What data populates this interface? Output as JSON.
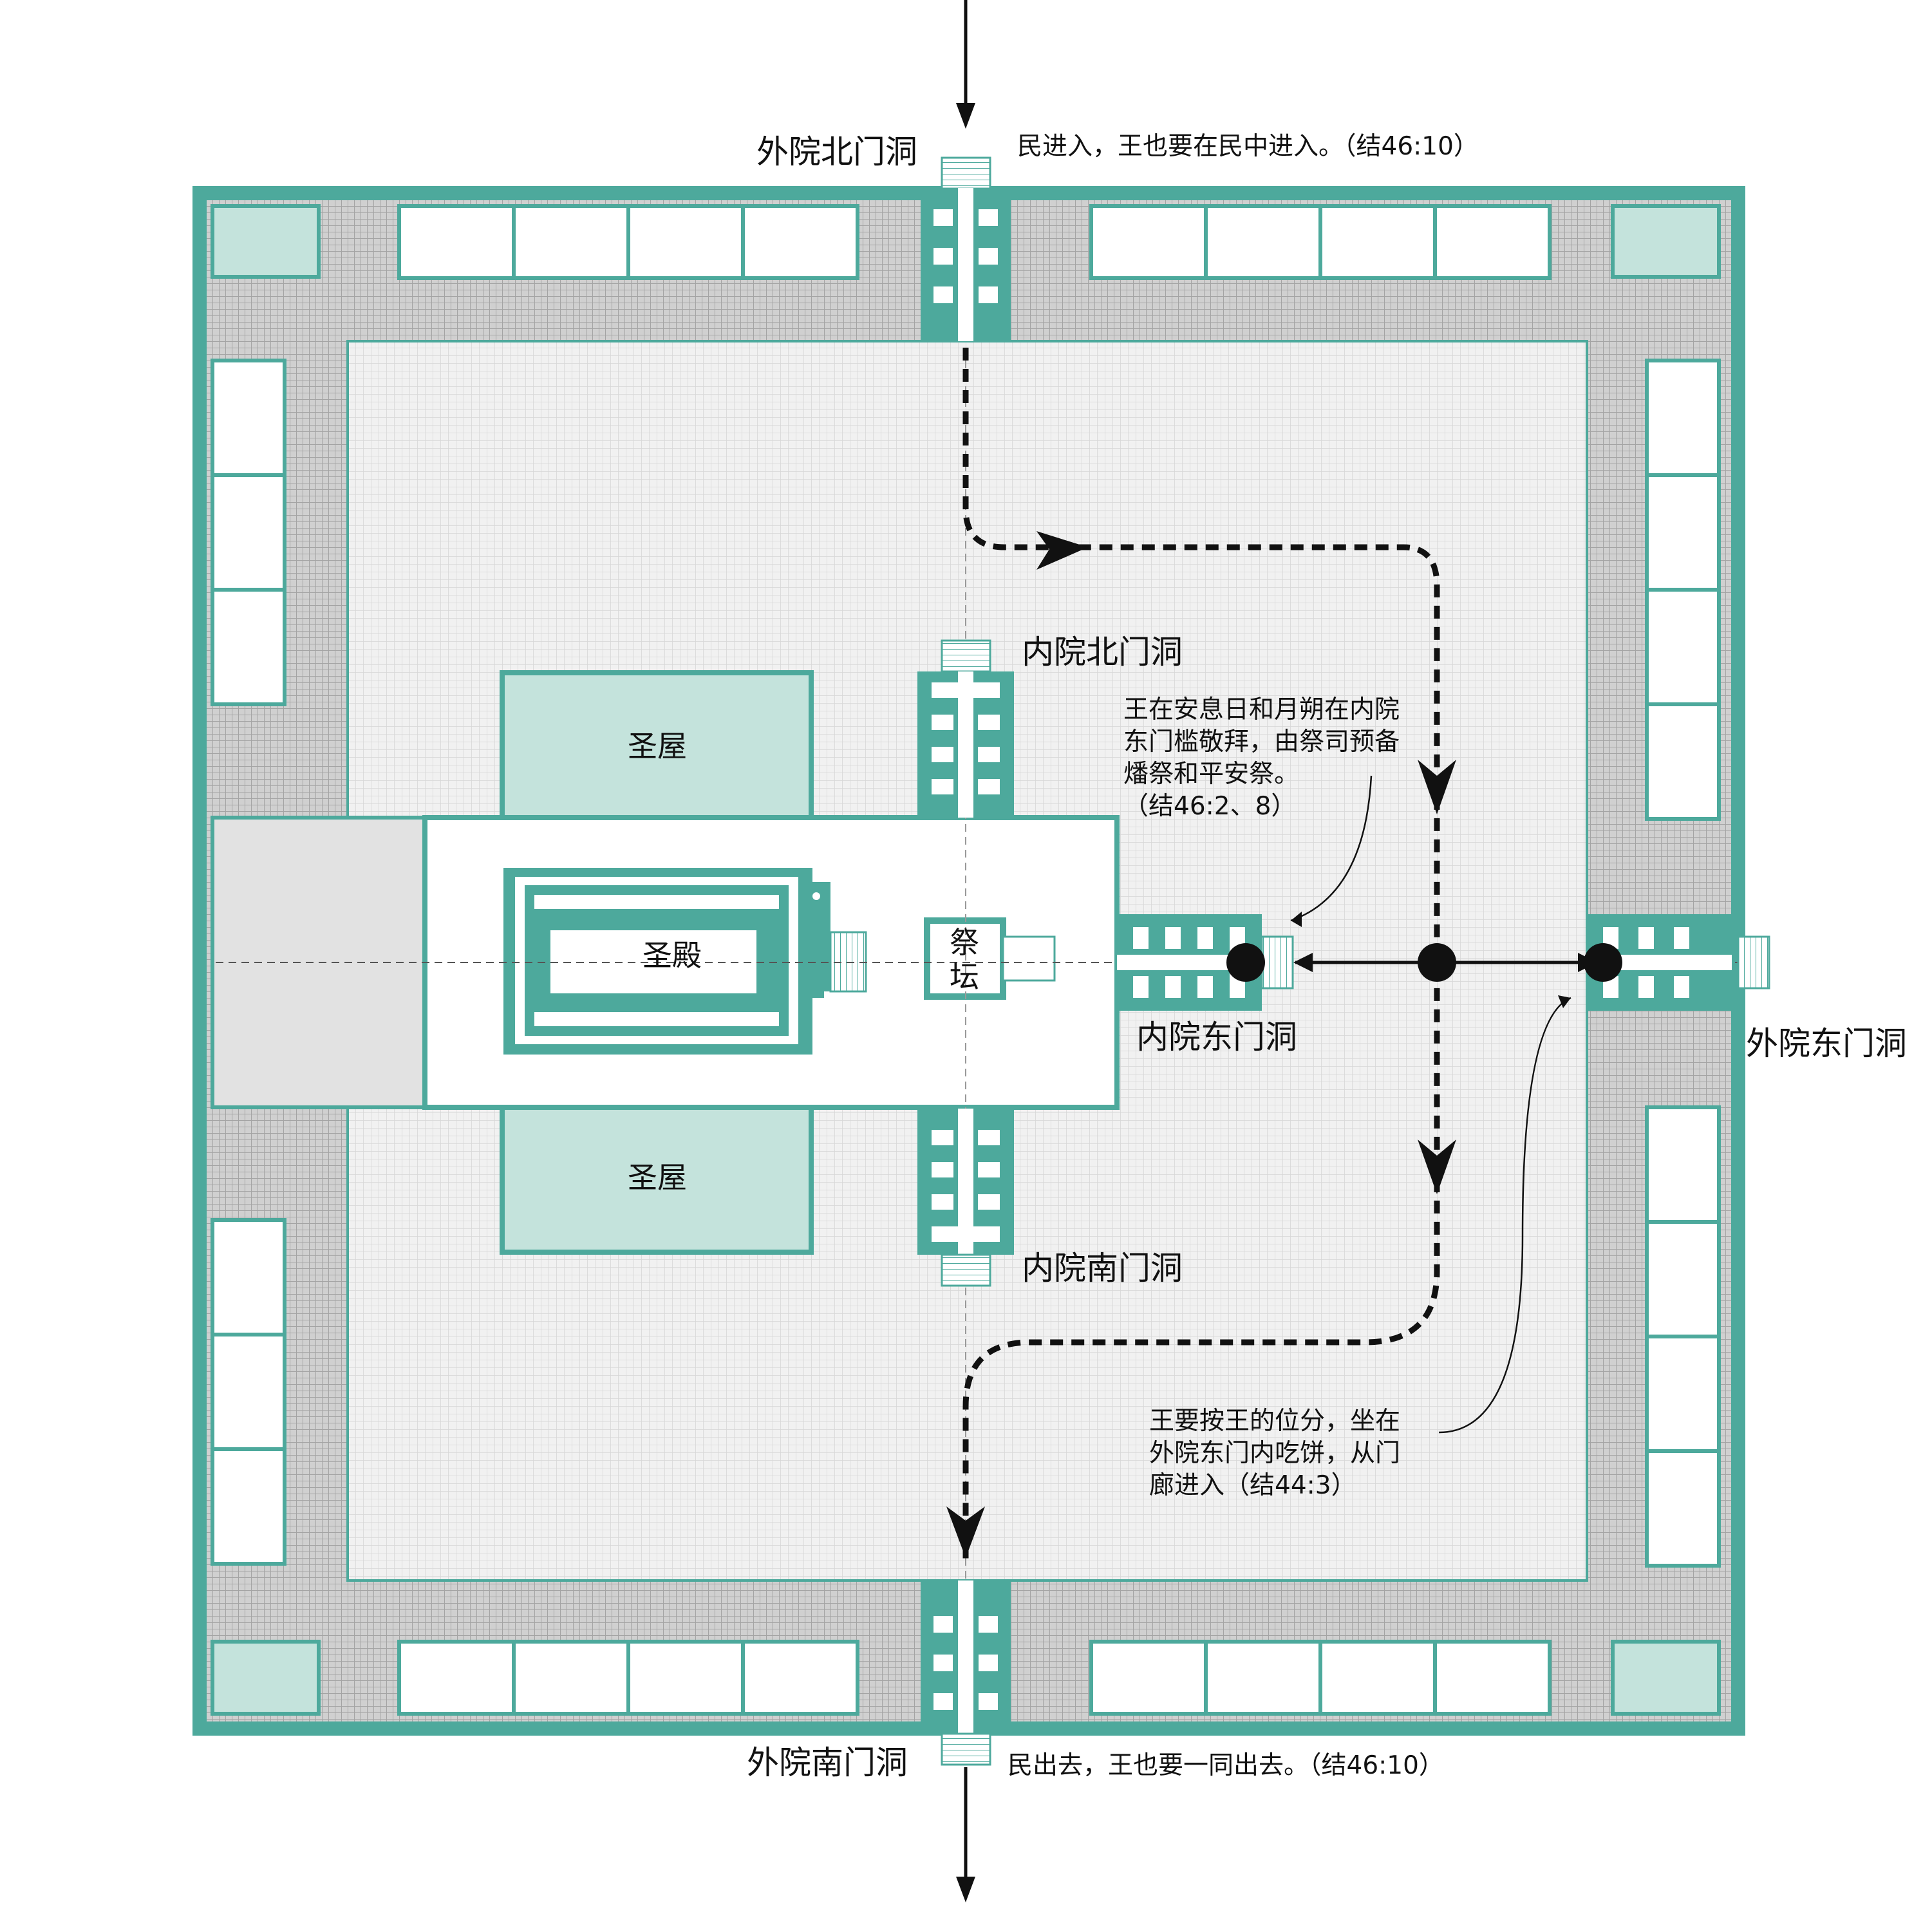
{
  "colors": {
    "teal": "#4da99c",
    "light_teal": "#c4e3dc",
    "outer_pavement": "#cfcfcf",
    "inner_pavement": "#ededed",
    "west_court": "#e2e2e2",
    "arrow": "#111111"
  },
  "gate_labels": {
    "outer_north": "外院北门洞",
    "outer_south": "外院南门洞",
    "outer_east": "外院东门洞",
    "inner_north": "内院北门洞",
    "inner_south": "内院南门洞",
    "inner_east": "内院东门洞"
  },
  "room_labels": {
    "holy_chamber_north": "圣屋",
    "holy_chamber_south": "圣屋",
    "temple": "圣殿",
    "altar_char_1": "祭",
    "altar_char_2": "坛"
  },
  "notes": {
    "north_entry": "民进入，王也要在民中进入。（结46:10）",
    "south_exit": "民出去，王也要一同出去。（结46:10）",
    "sabbath": [
      "王在安息日和月朔在内院",
      "东门槛敬拜，由祭司预备",
      "燔祭和平安祭。",
      "（结46:2、8）"
    ],
    "east_gate": [
      "王要按王的位分，坐在",
      "外院东门内吃饼，从门",
      "廊进入（结44:3）"
    ]
  },
  "icons": [
    "arrow-down-icon",
    "dashed-route-arrow-icon",
    "position-dot-icon",
    "double-arrow-icon"
  ]
}
